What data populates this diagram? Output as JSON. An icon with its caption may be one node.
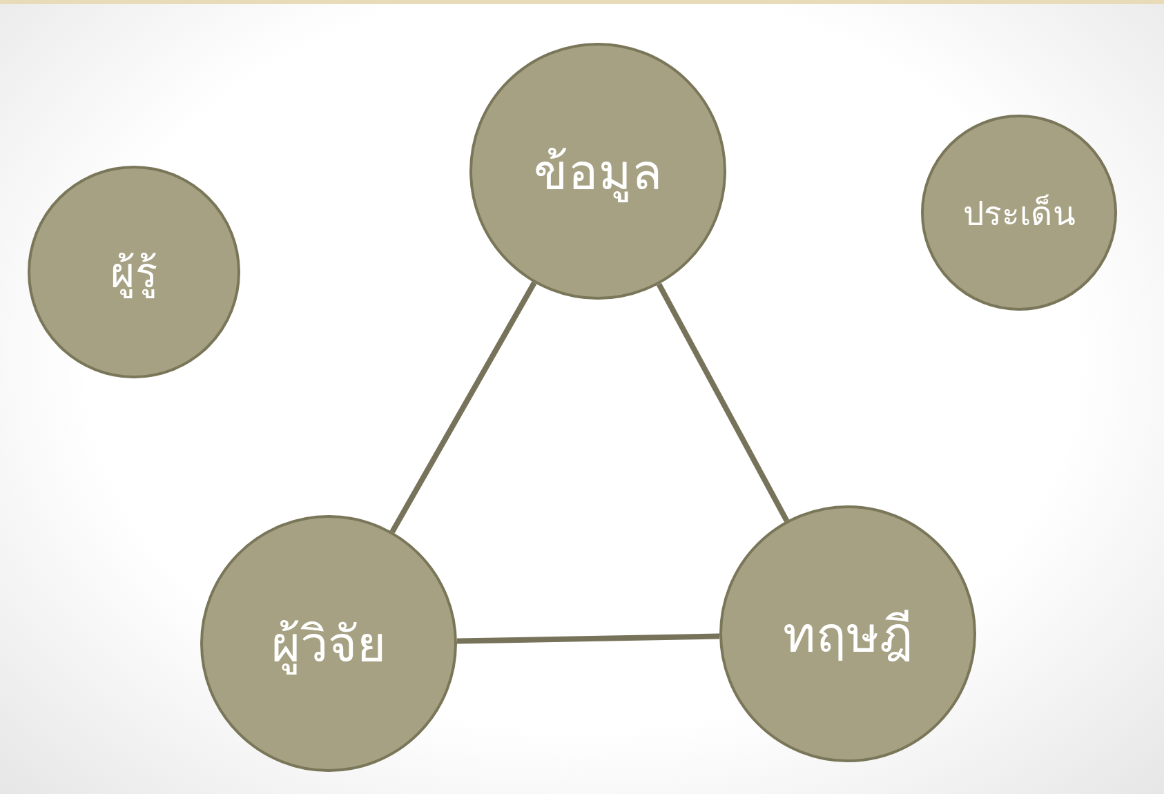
{
  "diagram": {
    "nodes": [
      {
        "text": [
          "ผู้รู้"
        ]
      },
      {
        "text": [
          "ข้อมูล"
        ]
      },
      {
        "text": [
          "ประเด็น"
        ]
      },
      {
        "text": [
          "ผู้วิจัย"
        ]
      },
      {
        "text": [
          "ทฤษฎี"
        ]
      }
    ],
    "edges": [
      {
        "from": 1,
        "to": 3,
        "arrow": "none"
      },
      {
        "from": 1,
        "to": 4,
        "arrow": "none"
      },
      {
        "from": 3,
        "to": 4,
        "arrow": "none"
      }
    ]
  }
}
